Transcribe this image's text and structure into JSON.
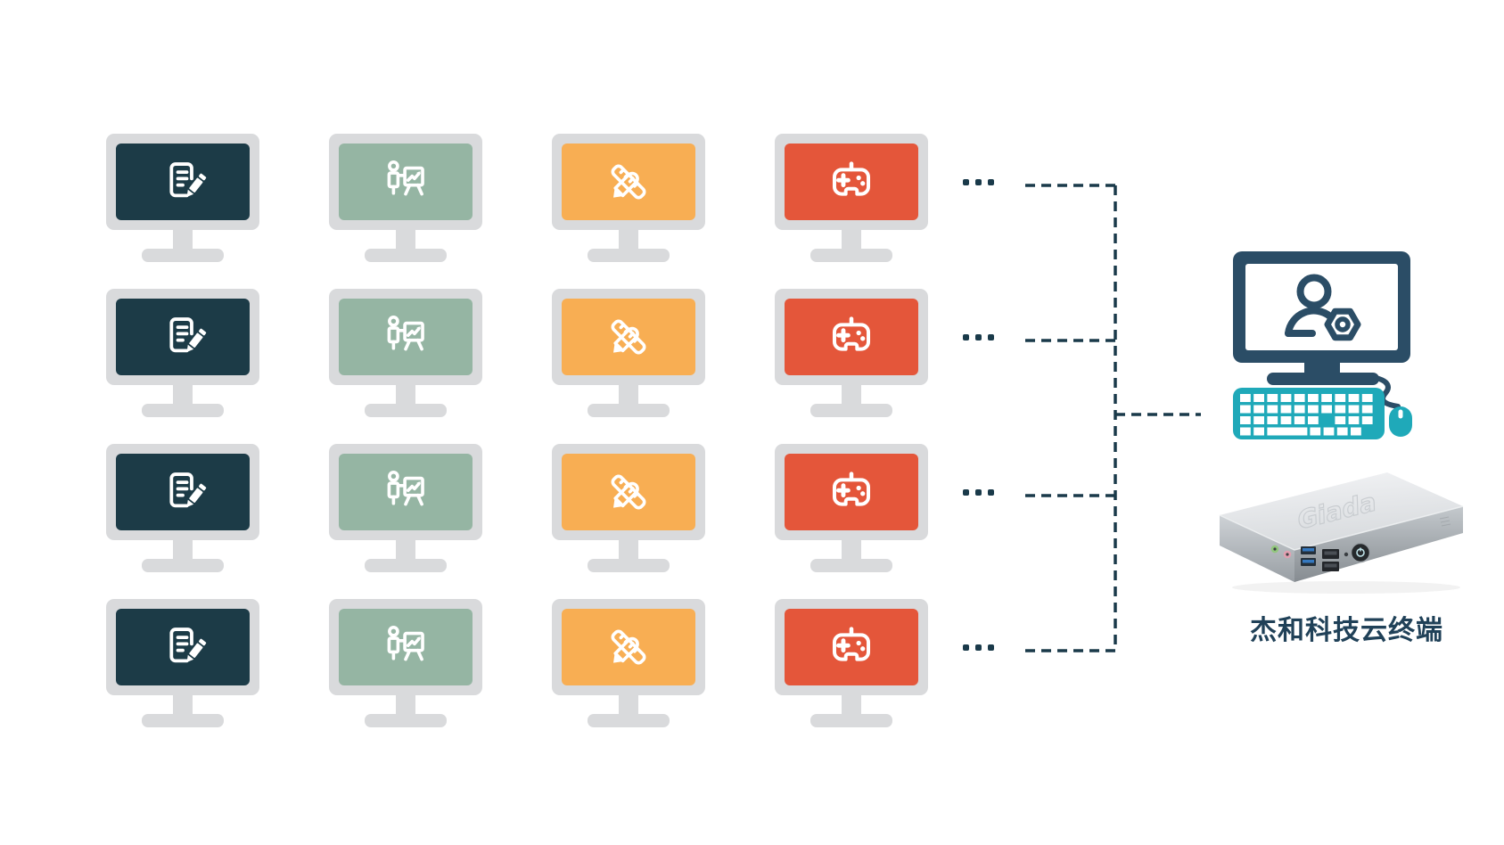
{
  "diagram": {
    "background_color": "#ffffff",
    "monitor_grid": {
      "rows": 4,
      "frame_color": "#d9dadc",
      "icon_color": "#ffffff",
      "columns": [
        {
          "id": "office",
          "icon": "document-edit-icon",
          "screen_color": "#1c3b47"
        },
        {
          "id": "presentation",
          "icon": "presentation-icon",
          "screen_color": "#95b5a3"
        },
        {
          "id": "design",
          "icon": "design-tools-icon",
          "screen_color": "#f8ae53"
        },
        {
          "id": "gaming",
          "icon": "gamepad-icon",
          "screen_color": "#e4563a"
        }
      ],
      "row_ellipsis": "..."
    },
    "connector": {
      "color": "#1a3a4a",
      "style": "dashed"
    },
    "host": {
      "computer_icon": {
        "name": "admin-computer-icon",
        "screen_icon": "user-gear-icon",
        "monitor_color": "#2b4d66",
        "keyboard_color": "#1fa9b9",
        "mouse_color": "#1fa9b9"
      },
      "device": {
        "name": "mini-pc-cloud-terminal",
        "brand_mark": "Giada",
        "front_ports": [
          "audio-jack-green",
          "mic-jack-pink",
          "usb3-ports-blue",
          "usb2-ports-black",
          "power-button"
        ]
      },
      "caption": "杰和科技云终端",
      "caption_color": "#204158"
    }
  }
}
